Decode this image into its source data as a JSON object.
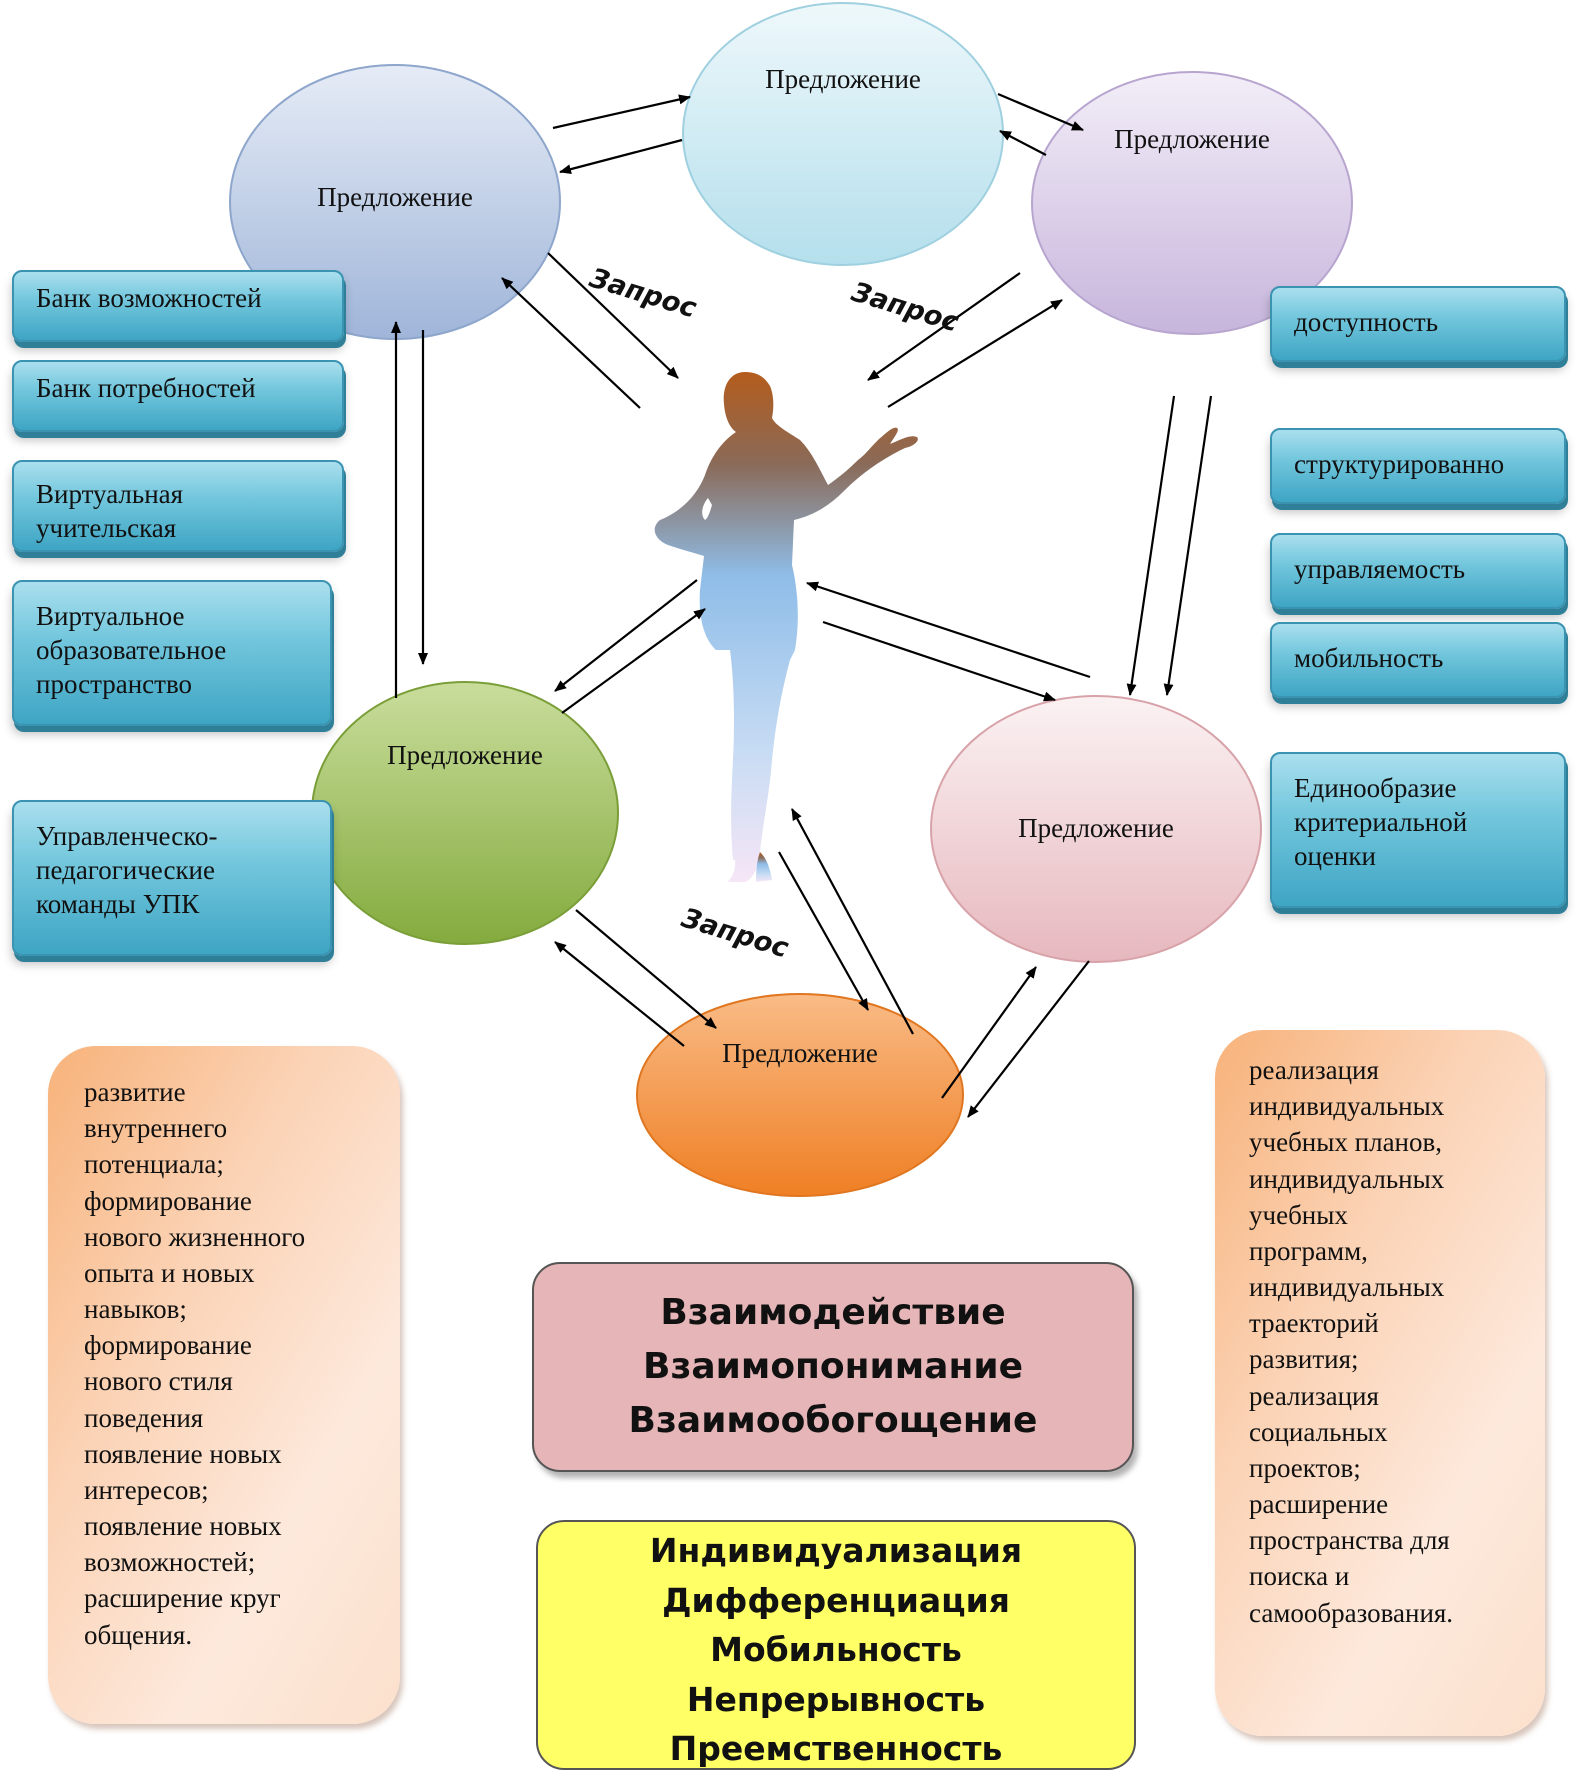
{
  "circles": [
    {
      "id": "top-left",
      "label": "Предложение"
    },
    {
      "id": "top-center",
      "label": "Предложение"
    },
    {
      "id": "top-right",
      "label": "Предложение"
    },
    {
      "id": "mid-left",
      "label": "Предложение"
    },
    {
      "id": "mid-right",
      "label": "Предложение"
    },
    {
      "id": "bottom",
      "label": "Предложение"
    }
  ],
  "request_labels": [
    "Запрос",
    "Запрос",
    "Запрос"
  ],
  "left_boxes": [
    "Банк возможностей",
    "Банк потребностей",
    "Виртуальная учительская",
    "Виртуальное образовательное пространство",
    "Управленческо-педагогические команды УПК"
  ],
  "right_boxes": [
    "доступность",
    "структурированно",
    "управляемость",
    "мобильность",
    "Единообразие критериальной оценки"
  ],
  "left_panel_text": "развитие\nвнутреннего\nпотенциала;\nформирование\nнового жизненного\nопыта и  новых\nнавыков;\nформирование\nнового стиля\nповедения\nпоявление   новых\nинтересов;\nпоявление   новых\nвозможностей;\n расширение   круг\nобщения.",
  "right_panel_text": "реализация\nиндивидуальных\nучебных планов,\nиндивидуальных\nучебных\nпрограмм,\nиндивидуальных\nтраекторий\nразвития;\nреализация\nсоциальных\nпроектов;\n расширение\nпространства для\nпоиска и\nсамообразования.",
  "interaction_box": [
    "Взаимодействие",
    "Взаимопонимание",
    "Взаимообогощение"
  ],
  "principles_box": [
    "Индивидуализация",
    "Дифференциация",
    "Мобильность",
    "Непрерывность",
    "Преемственность"
  ],
  "colors": {
    "circle_top_left": "#b7c8e4",
    "circle_top_center": "#cdeaf4",
    "circle_top_right": "#d9cde6",
    "circle_mid_left": "#9dbf5c",
    "circle_mid_right": "#f1d9dc",
    "circle_bottom": "#f3943f",
    "interaction_box": "#e6b5b7",
    "principles_box": "#ffff66",
    "teal_box": "#5fb8d2"
  }
}
